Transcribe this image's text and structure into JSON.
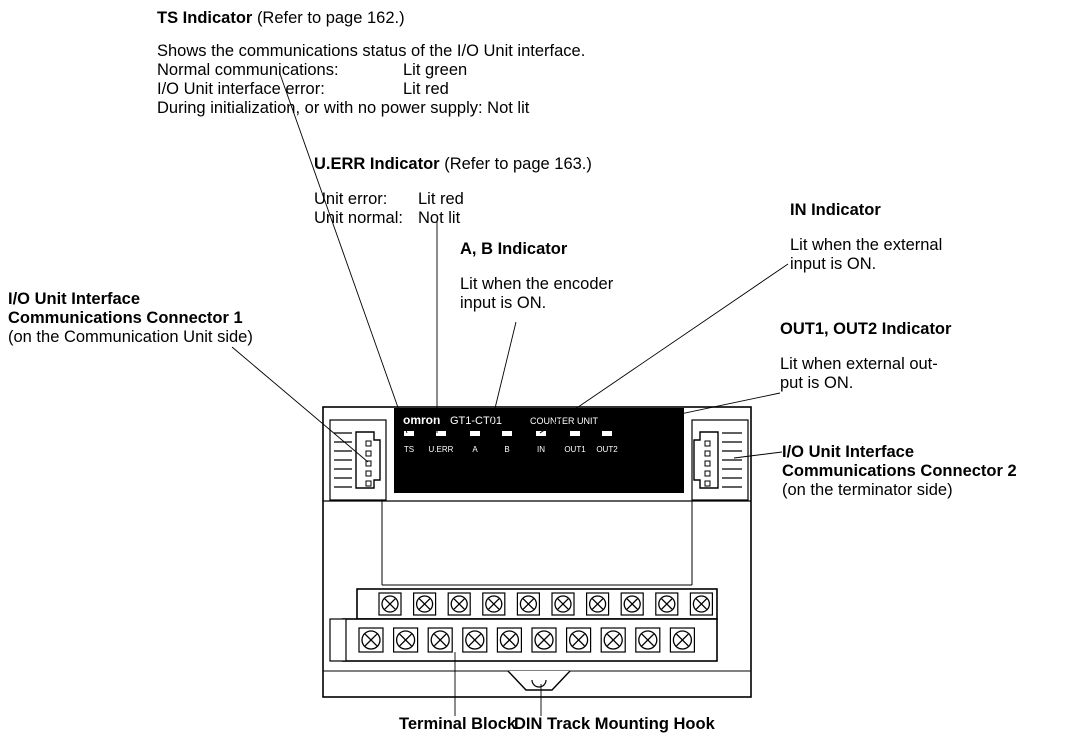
{
  "ts": {
    "title": "TS Indicator",
    "ref": "(Refer to page 162.)",
    "desc": "Shows the communications status of the I/O Unit interface.",
    "rows": [
      {
        "k": "Normal communications:",
        "v": "Lit green"
      },
      {
        "k": "I/O Unit interface error:",
        "v": "Lit red"
      }
    ],
    "last": "During initialization, or with no power supply: Not lit"
  },
  "uerr": {
    "title": "U.ERR Indicator",
    "ref": "(Refer to page 163.)",
    "rows": [
      {
        "k": "Unit error:",
        "v": "Lit red"
      },
      {
        "k": "Unit normal:",
        "v": "Not lit"
      }
    ]
  },
  "ab": {
    "title": "A, B Indicator",
    "lines": [
      "Lit when the encoder",
      "input is ON."
    ]
  },
  "in": {
    "title": "IN Indicator",
    "lines": [
      "Lit when the external",
      "input is ON."
    ]
  },
  "out": {
    "title": "OUT1, OUT2 Indicator",
    "lines": [
      "Lit when external out-",
      "put is ON."
    ]
  },
  "conn1": {
    "lines": [
      "I/O Unit Interface",
      "Communications Connector 1"
    ],
    "sub": "(on the Communication Unit side)"
  },
  "conn2": {
    "lines": [
      "I/O Unit Interface",
      "Communications Connector 2"
    ],
    "sub": "(on the terminator side)"
  },
  "terminal_block": "Terminal Block",
  "din_hook": "DIN Track Mounting Hook",
  "panel": {
    "brand": "omron",
    "model": "GT1-CT01",
    "unit_name": "COUNTER UNIT",
    "indicators": [
      "TS",
      "U.ERR",
      "A",
      "B",
      "IN",
      "OUT1",
      "OUT2"
    ]
  }
}
